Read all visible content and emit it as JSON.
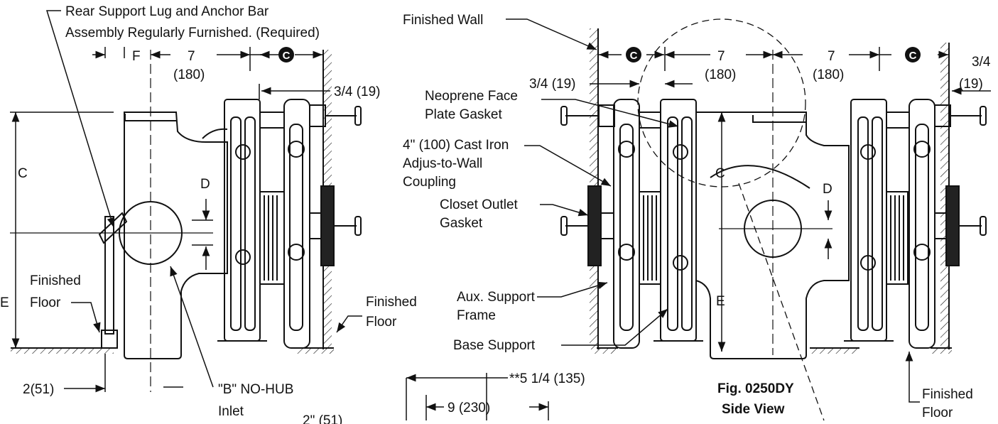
{
  "labels": {
    "rear_support_line1": "Rear Support Lug and Anchor Bar",
    "rear_support_line2": "Assembly Regularly Furnished. (Required)",
    "finished_wall": "Finished Wall",
    "f": "F",
    "seven": "7",
    "one_eighty": "(180)",
    "three_quarter_19": "3/4 (19)",
    "three_quarter": "3/4",
    "nineteen": "(19)",
    "c": "C",
    "d": "D",
    "e": "E",
    "finished": "Finished",
    "floor": "Floor",
    "finished_floor_dash": "Floor",
    "two_51": "2(51)",
    "no_hub_line1": "\"B\" NO-HUB",
    "no_hub_line2": "Inlet",
    "two_51_partial": "2\" (51)",
    "five_quarter": "**5 1/4 (135)",
    "nine_230": "9 (230)",
    "neoprene_line1": "Neoprene Face",
    "neoprene_line2": "Plate Gasket",
    "cast_iron_line1": "4\" (100) Cast Iron",
    "cast_iron_line2": "Adjus-to-Wall",
    "cast_iron_line3": "Coupling",
    "closet_line1": "Closet Outlet",
    "closet_line2": "Gasket",
    "aux_line1": "Aux. Support",
    "aux_line2": "Frame",
    "base_support": "Base Support",
    "fig_line1": "Fig. 0250DY",
    "fig_line2": "Side View",
    "centerline_symbol": "C"
  },
  "colors": {
    "line": "#111111",
    "gasket": "#222222",
    "paper": "#ffffff"
  }
}
